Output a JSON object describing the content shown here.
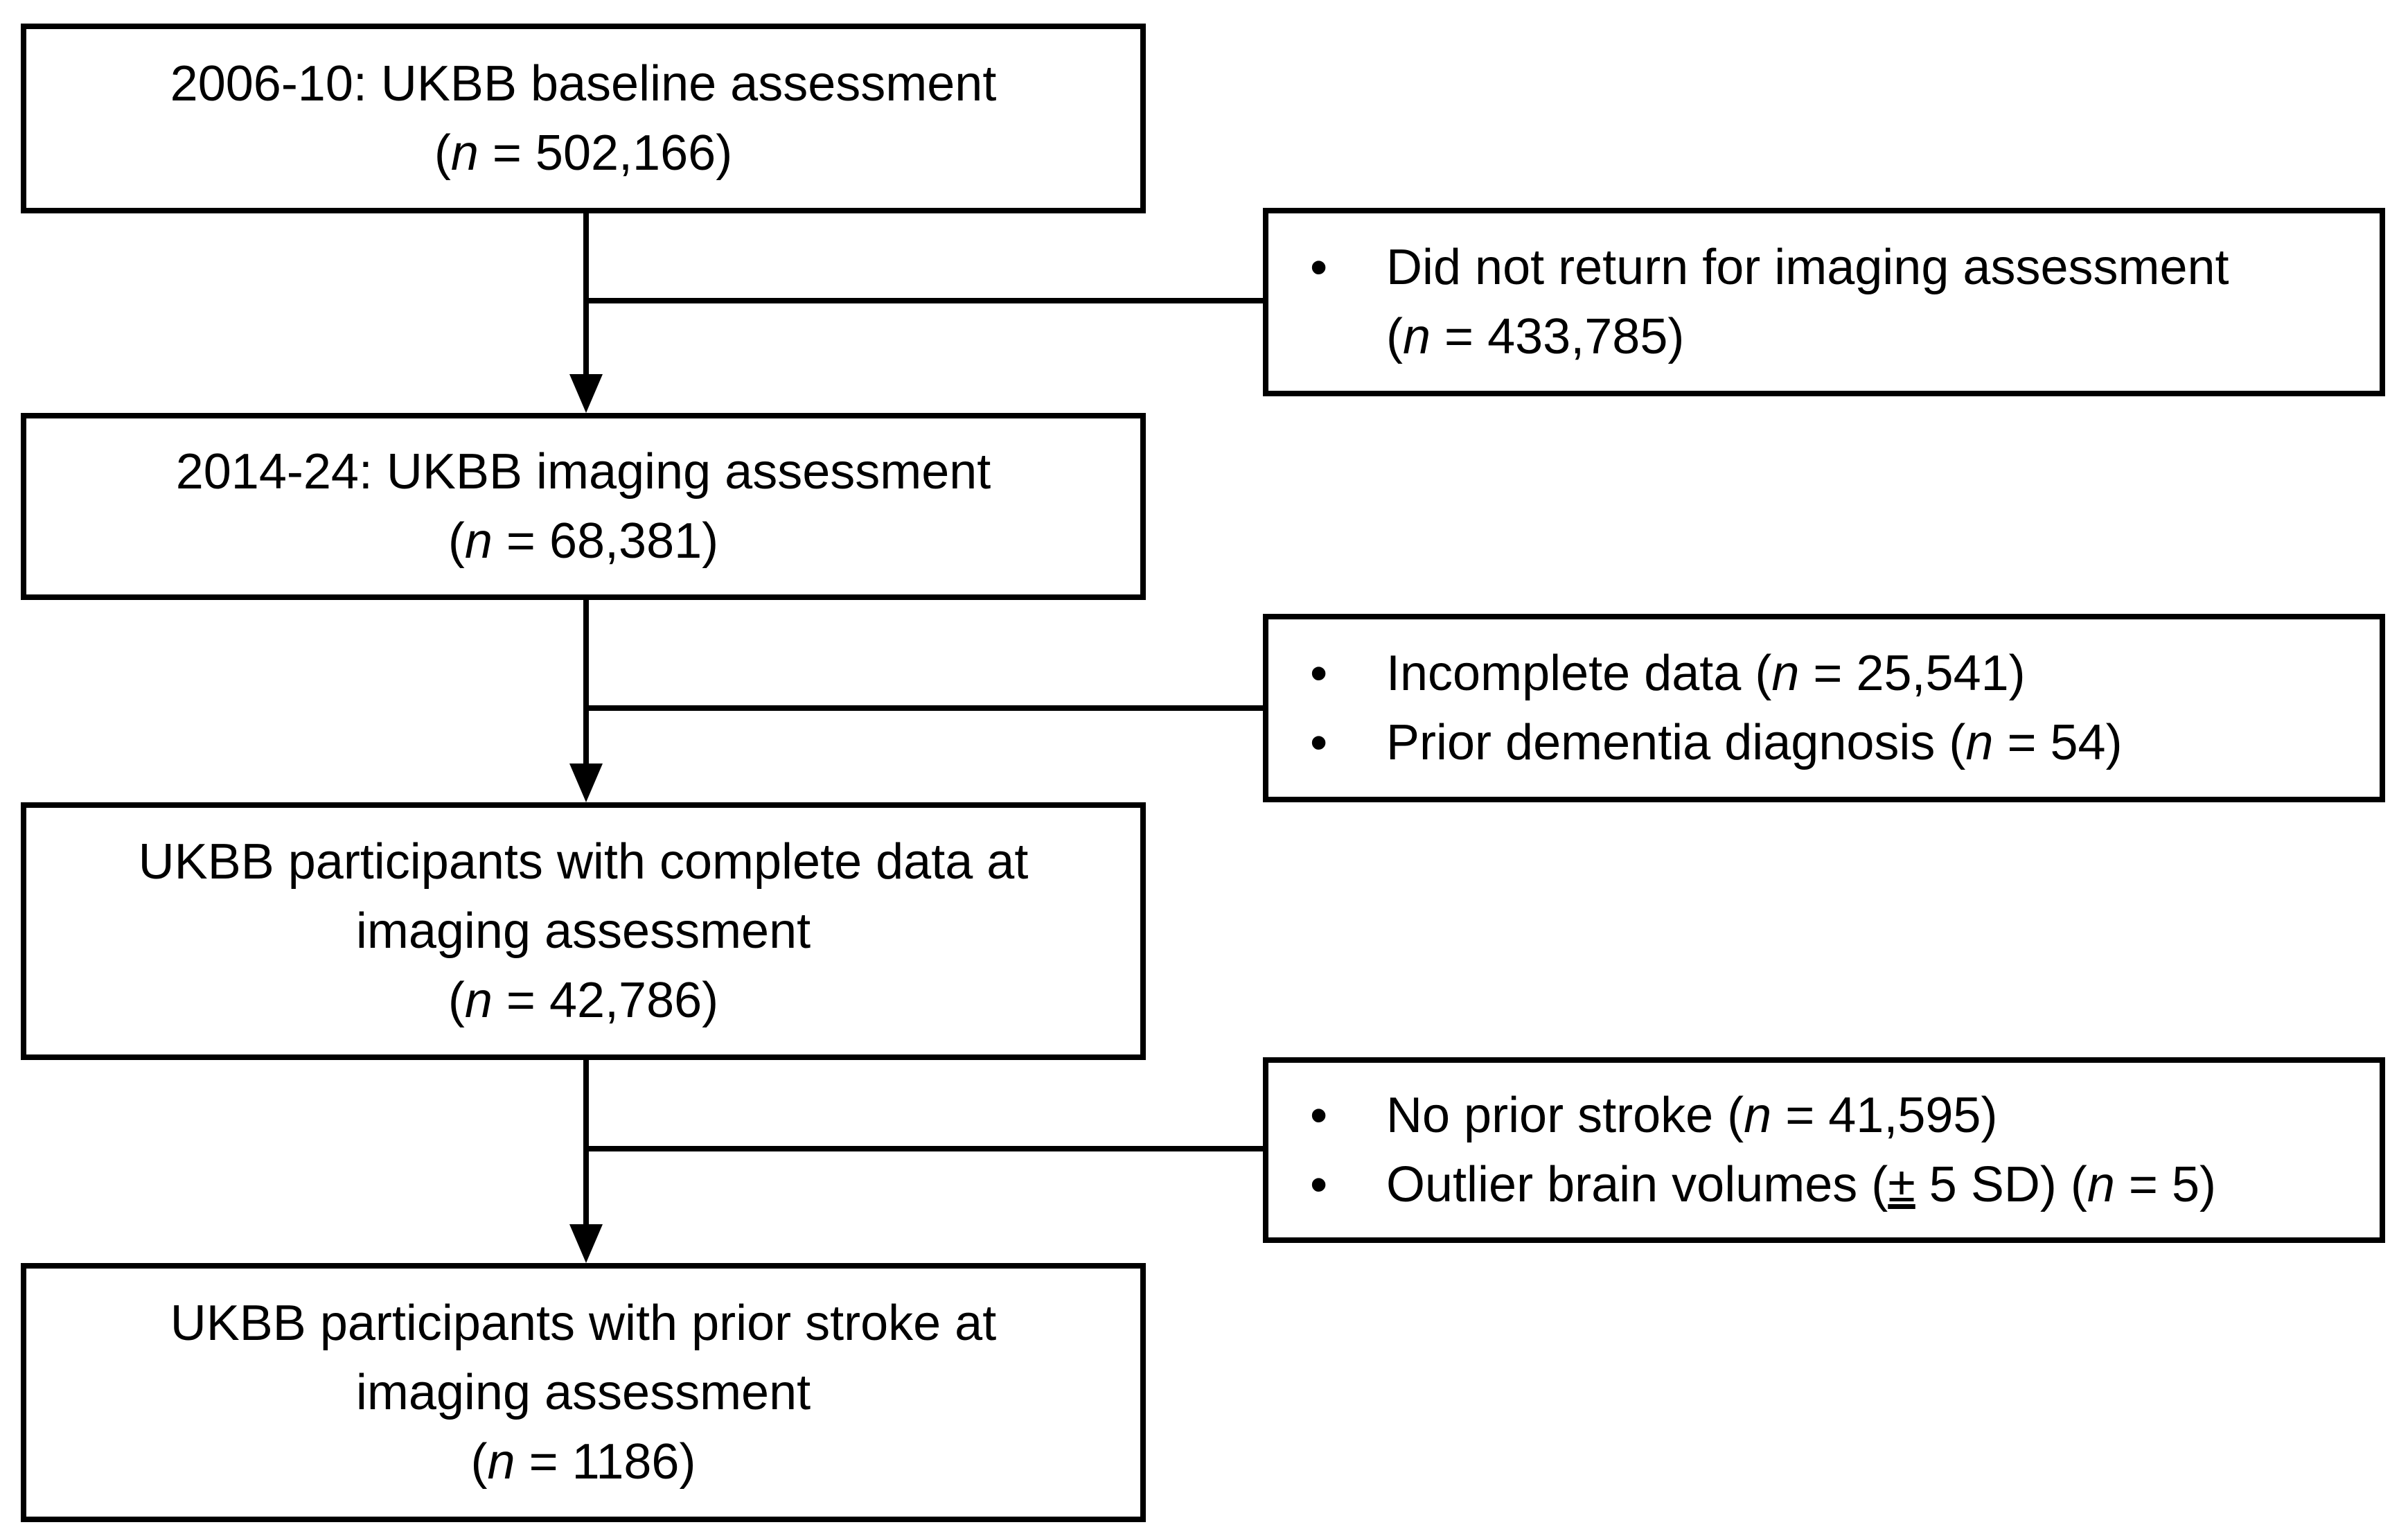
{
  "boxes": {
    "baseline": {
      "title": "2006-10: UKBB baseline assessment",
      "n_label": "n",
      "n_value": "502,166"
    },
    "imaging": {
      "title": "2014-24: UKBB imaging assessment",
      "n_label": "n",
      "n_value": "68,381"
    },
    "complete": {
      "title_line1": "UKBB participants with complete data at",
      "title_line2": "imaging assessment",
      "n_label": "n",
      "n_value": "42,786"
    },
    "stroke": {
      "title_line1": "UKBB participants with prior stroke at",
      "title_line2": "imaging assessment",
      "n_label": "n",
      "n_value": "1186"
    }
  },
  "exclusions": {
    "first": {
      "bullet": "•",
      "item1_text": "Did not return for imaging assessment",
      "item1_n_label": "n",
      "item1_n_value": "433,785"
    },
    "second": {
      "bullet": "•",
      "item1_text": "Incomplete data",
      "item1_n_label": "n",
      "item1_n_value": "25,541",
      "item2_text": "Prior dementia diagnosis",
      "item2_n_label": "n",
      "item2_n_value": "54"
    },
    "third": {
      "bullet": "•",
      "item1_text": "No prior stroke",
      "item1_n_label": "n",
      "item1_n_value": "41,595",
      "item2_text": "Outlier brain volumes",
      "item2_pm": "±",
      "item2_sd": "5 SD",
      "item2_n_label": "n",
      "item2_n_value": "5"
    }
  },
  "colors": {
    "stroke": "#000000",
    "background": "#ffffff"
  }
}
